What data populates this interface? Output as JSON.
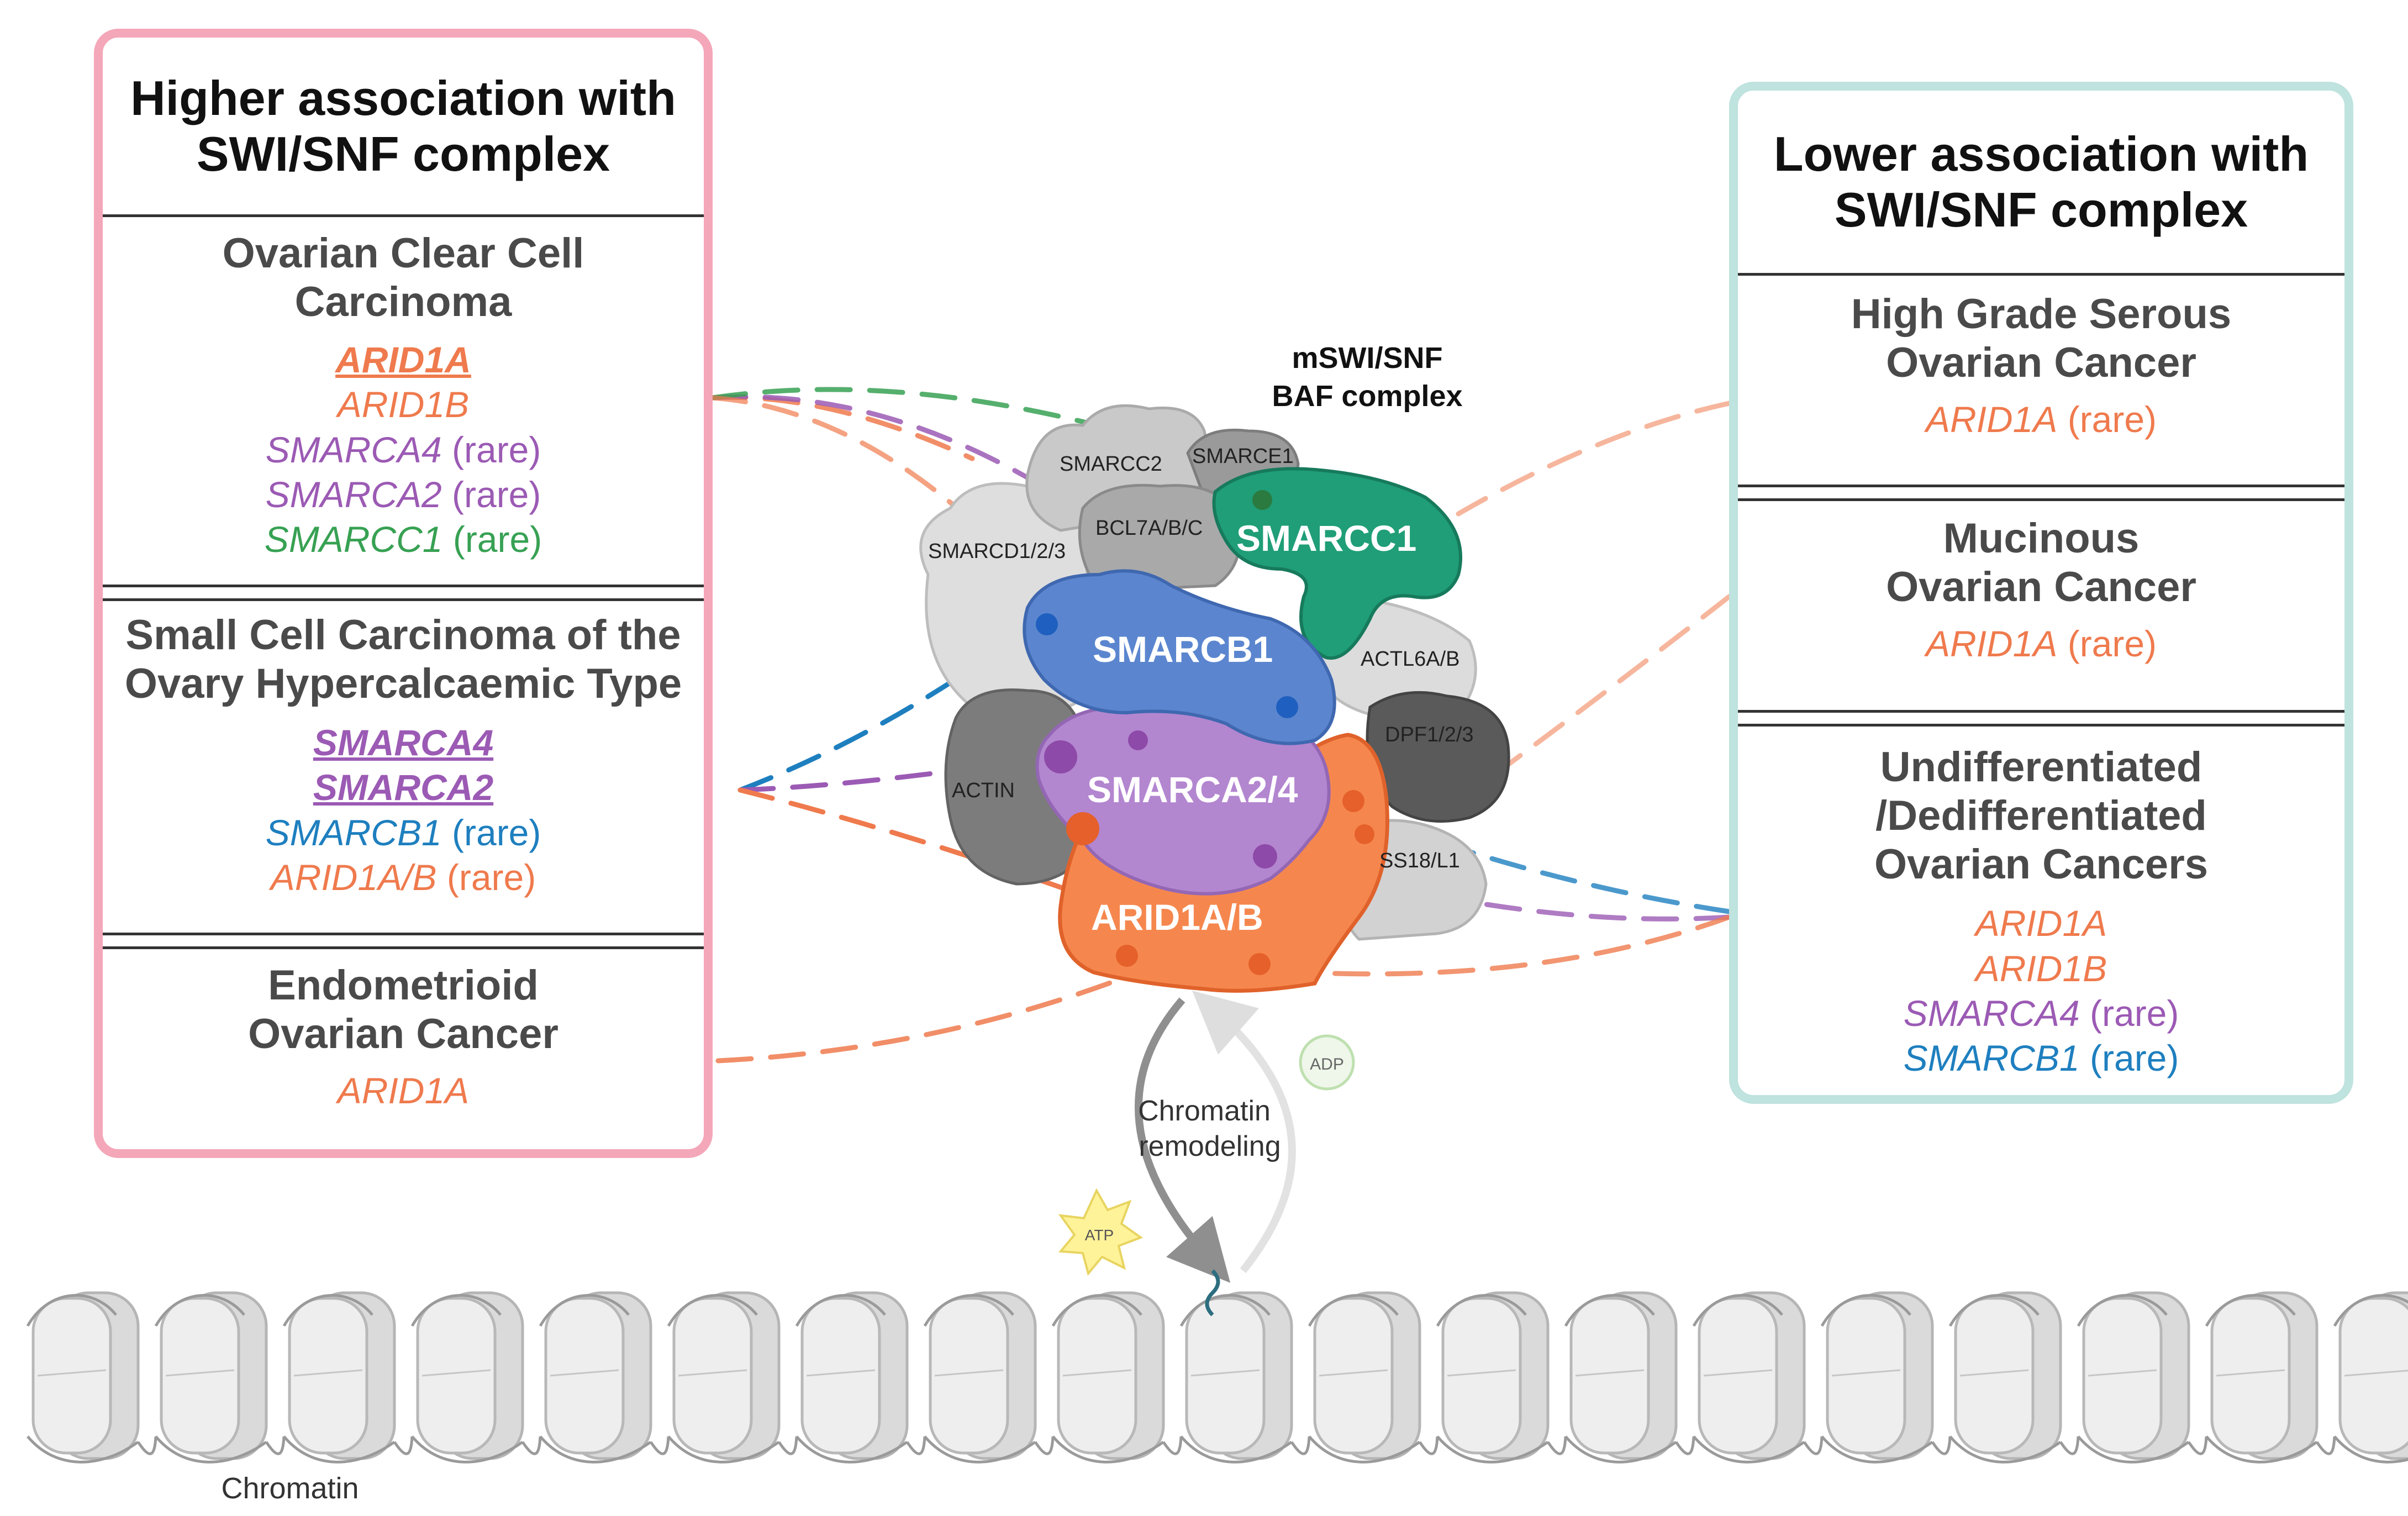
{
  "left_panel": {
    "header": [
      "Higher association with",
      "SWI/SNF complex"
    ],
    "sections": [
      {
        "title": [
          "Ovarian Clear Cell",
          "Carcinoma"
        ],
        "genes": [
          {
            "name": "ARID1A",
            "suffix": "",
            "color": "#ef7a4d",
            "underline": true
          },
          {
            "name": "ARID1B",
            "suffix": "",
            "color": "#ef7a4d",
            "underline": false
          },
          {
            "name": "SMARCA4",
            "suffix": " (rare)",
            "color": "#9b5ab4",
            "underline": false
          },
          {
            "name": "SMARCA2",
            "suffix": " (rare)",
            "color": "#9b5ab4",
            "underline": false
          },
          {
            "name": "SMARCC1",
            "suffix": " (rare)",
            "color": "#37a153",
            "underline": false
          }
        ]
      },
      {
        "title": [
          "Small Cell Carcinoma of the",
          "Ovary Hypercalcaemic Type"
        ],
        "genes": [
          {
            "name": "SMARCA4",
            "suffix": "",
            "color": "#9b5ab4",
            "underline": true
          },
          {
            "name": "SMARCA2",
            "suffix": "",
            "color": "#9b5ab4",
            "underline": true
          },
          {
            "name": "SMARCB1",
            "suffix": " (rare)",
            "color": "#1e7fbf",
            "underline": false
          },
          {
            "name": "ARID1A/B",
            "suffix": " (rare)",
            "color": "#ef7a4d",
            "underline": false
          }
        ]
      },
      {
        "title": [
          "Endometrioid",
          "Ovarian Cancer"
        ],
        "genes": [
          {
            "name": "ARID1A",
            "suffix": "",
            "color": "#ef7a4d",
            "underline": false
          }
        ]
      }
    ]
  },
  "right_panel": {
    "header": [
      "Lower association with",
      "SWI/SNF complex"
    ],
    "sections": [
      {
        "title": [
          "High Grade Serous",
          "Ovarian Cancer"
        ],
        "genes": [
          {
            "name": "ARID1A",
            "suffix": " (rare)",
            "color": "#ef7a4d",
            "underline": false
          }
        ]
      },
      {
        "title": [
          "Mucinous",
          "Ovarian Cancer"
        ],
        "genes": [
          {
            "name": "ARID1A",
            "suffix": " (rare)",
            "color": "#ef7a4d",
            "underline": false
          }
        ]
      },
      {
        "title": [
          "Undifferentiated",
          "/Dedifferentiated",
          "Ovarian Cancers"
        ],
        "genes": [
          {
            "name": "ARID1A",
            "suffix": "",
            "color": "#ef7a4d",
            "underline": false
          },
          {
            "name": "ARID1B",
            "suffix": "",
            "color": "#ef7a4d",
            "underline": false
          },
          {
            "name": "SMARCA4",
            "suffix": " (rare)",
            "color": "#9b5ab4",
            "underline": false
          },
          {
            "name": "SMARCB1",
            "suffix": " (rare)",
            "color": "#1e7fbf",
            "underline": false
          }
        ]
      }
    ]
  },
  "complex": {
    "title": [
      "mSWI/SNF",
      "BAF complex"
    ],
    "subunits": {
      "smarcc2": "SMARCC2",
      "smarce1": "SMARCE1",
      "bcl7": "BCL7A/B/C",
      "smarcd": "SMARCD1/2/3",
      "actl6": "ACTL6A/B",
      "dpf": "DPF1/2/3",
      "actin": "ACTIN",
      "ss18": "SS18/L1",
      "smarcc1": "SMARCC1",
      "smarcb1": "SMARCB1",
      "smarca": "SMARCA2/4",
      "arid1": "ARID1A/B"
    }
  },
  "cycle": {
    "label": [
      "Chromatin",
      "remodeling"
    ],
    "adp": "ADP",
    "atp": "ATP"
  },
  "chromatin_label": "Chromatin",
  "colors": {
    "pink_border": "#f4a7b9",
    "teal_border": "#bfe3de",
    "arid_orange": "#ef7a4d",
    "smarca_purple": "#b386d0",
    "smarcb1_blue": "#5b86cf",
    "smarcc1_green": "#1f9e77"
  }
}
